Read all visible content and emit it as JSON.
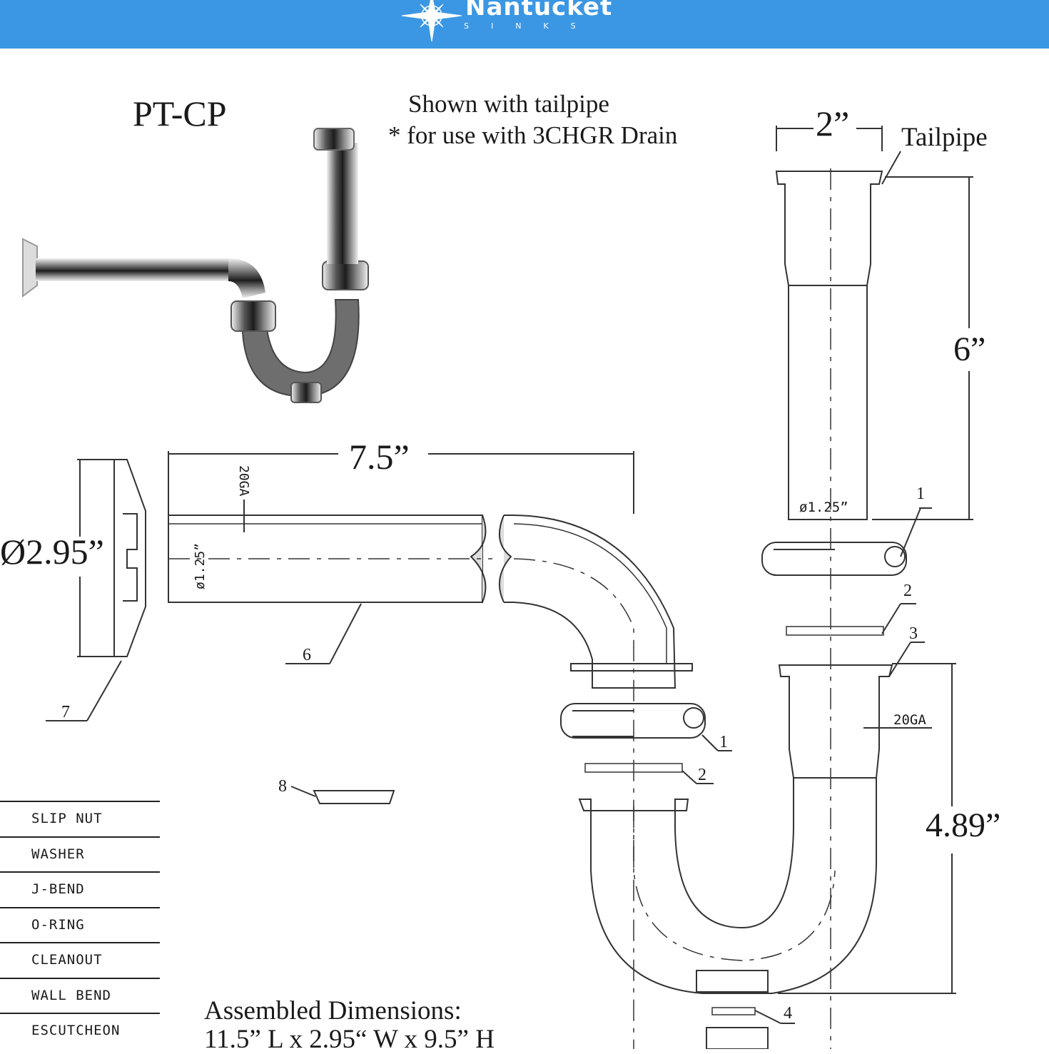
{
  "header": {
    "brand_name": "Nantucket",
    "brand_sub": "SINKS",
    "bg_color": "#3b97e3",
    "logo_icon": "compass-rose-icon"
  },
  "title": {
    "model": "PT-CP",
    "note_line1": "Shown with tailpipe",
    "note_line2": "*  for use with 3CHGR Drain"
  },
  "dimensions": {
    "tailpipe_width": "2”",
    "tailpipe_label": "Tailpipe",
    "tailpipe_length": "6”",
    "wall_bend_length": "7.5”",
    "escutcheon_diameter": "Ø2.95”",
    "j_bend_height": "4.89”",
    "gauge_vertical": "20GA",
    "gauge_right": "20GA",
    "tailpipe_diameter": "ø1.25”",
    "wall_bend_diameter": "ø1.25”"
  },
  "callouts": {
    "c1_top": "1",
    "c2_top": "2",
    "c3": "3",
    "c6": "6",
    "c7": "7",
    "c1_mid": "1",
    "c2_mid": "2",
    "c8": "8",
    "c4": "4"
  },
  "parts_list": [
    "SLIP NUT",
    "WASHER",
    "J-BEND",
    "O-RING",
    "CLEANOUT",
    "WALL BEND",
    "ESCUTCHEON"
  ],
  "assembled": {
    "line1": "Assembled Dimensions:",
    "line2": "11.5” L x 2.95“ W x 9.5” H"
  }
}
